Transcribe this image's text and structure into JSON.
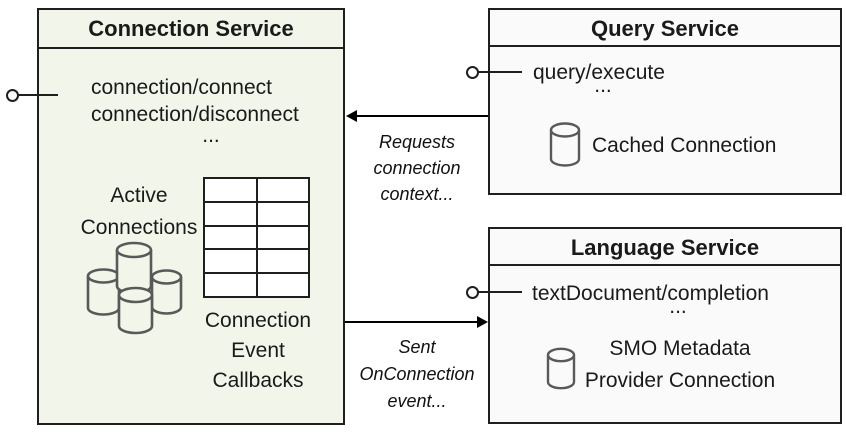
{
  "connection_service": {
    "title": "Connection Service",
    "methods": [
      "connection/connect",
      "connection/disconnect",
      "..."
    ],
    "active_connections_label": "Active\nConnections",
    "callbacks_label": "Connection\nEvent\nCallbacks"
  },
  "query_service": {
    "title": "Query Service",
    "method": "query/execute",
    "ellipsis": "...",
    "cached_connection_label": "Cached Connection"
  },
  "language_service": {
    "title": "Language Service",
    "method": "textDocument/completion",
    "ellipsis": "...",
    "smo_label": "SMO Metadata\nProvider Connection"
  },
  "arrows": {
    "requests_label": "Requests\nconnection\ncontext...",
    "sent_label": "Sent\nOnConnection\nevent..."
  },
  "colors": {
    "connection_box_fill": "#f2f6ea",
    "service_box_fill": "#fafafa",
    "border": "#1f1f1f",
    "cylinder_stroke": "#595959"
  }
}
